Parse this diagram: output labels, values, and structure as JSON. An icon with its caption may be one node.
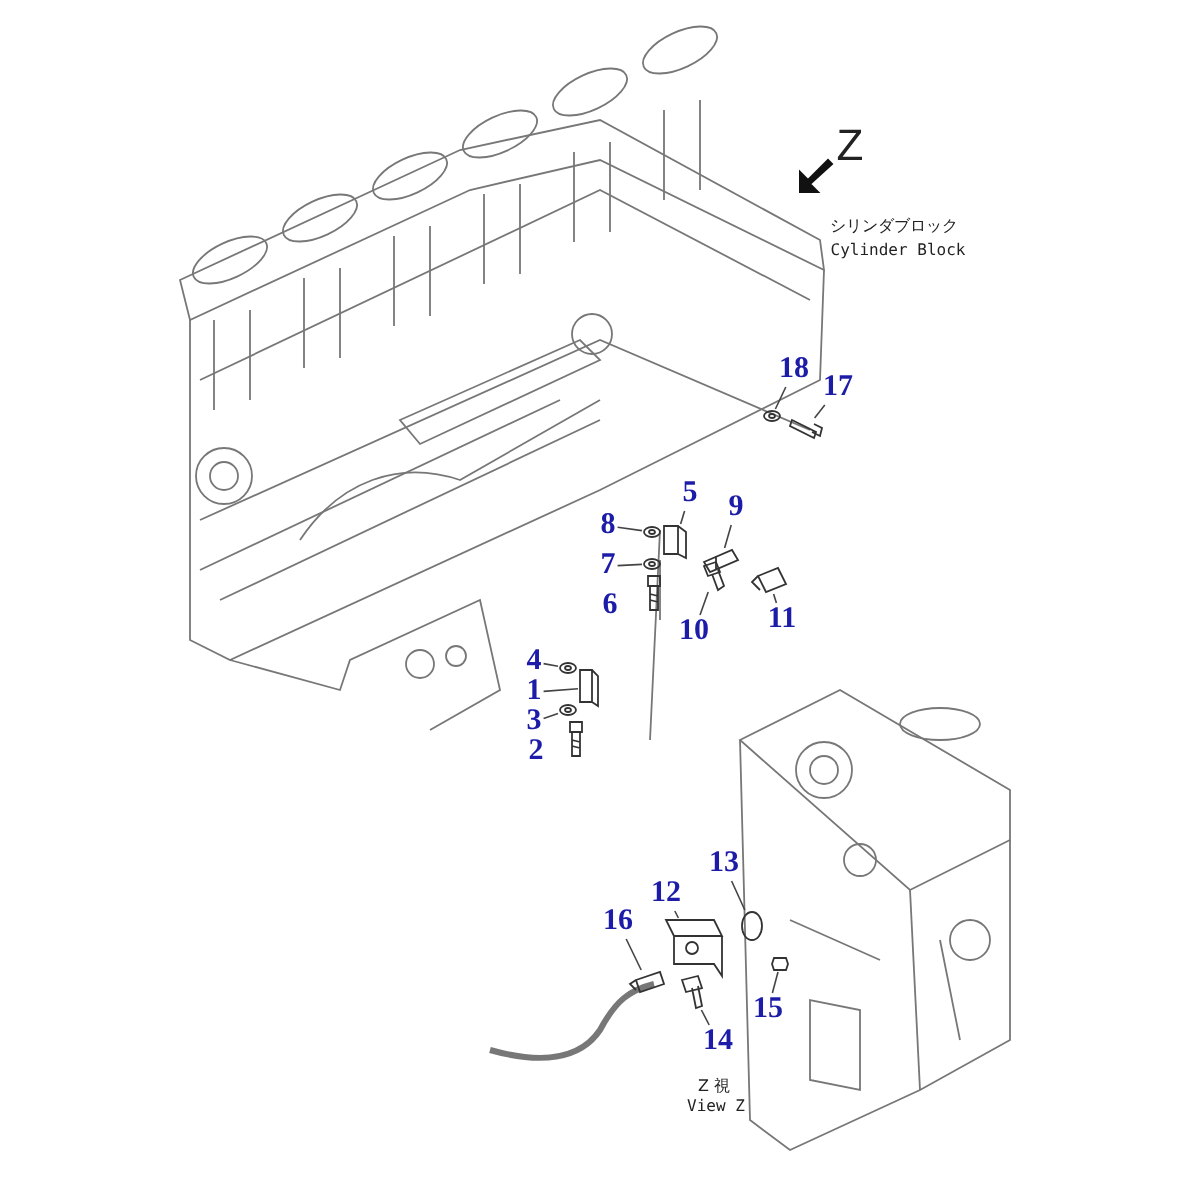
{
  "diagram": {
    "nodes": [
      {
        "text": [
          "18"
        ]
      },
      {
        "text": [
          "17"
        ]
      },
      {
        "text": [
          "5"
        ]
      },
      {
        "text": [
          "9"
        ]
      },
      {
        "text": [
          "8"
        ]
      },
      {
        "text": [
          "7"
        ]
      },
      {
        "text": [
          "10"
        ]
      },
      {
        "text": [
          "11"
        ]
      },
      {
        "text": [
          "4"
        ]
      },
      {
        "text": [
          "1"
        ]
      },
      {
        "text": [
          "3"
        ]
      },
      {
        "text": [
          "13"
        ]
      },
      {
        "text": [
          "12"
        ]
      },
      {
        "text": [
          "16"
        ]
      },
      {
        "text": [
          "15"
        ]
      },
      {
        "text": [
          "14"
        ]
      },
      {
        "text": [],
        "shape": "picture"
      },
      {
        "text": [],
        "shape": "picture"
      },
      {
        "text": [],
        "shape": "picture"
      },
      {
        "text": [],
        "shape": "picture"
      },
      {
        "text": [],
        "shape": "picture"
      },
      {
        "text": [],
        "shape": "picture"
      },
      {
        "text": [],
        "shape": "picture"
      },
      {
        "text": [],
        "shape": "picture"
      },
      {
        "text": [],
        "shape": "picture"
      },
      {
        "text": [],
        "shape": "picture"
      },
      {
        "text": [],
        "shape": "picture"
      },
      {
        "text": [],
        "shape": "circle"
      },
      {
        "text": [],
        "shape": "picture"
      },
      {
        "text": [],
        "shape": "picture"
      },
      {
        "text": [],
        "shape": "picture"
      },
      {
        "text": [],
        "shape": "picture"
      }
    ],
    "edges": [
      {
        "from": 0,
        "to": 16,
        "arrow": "none"
      },
      {
        "from": 1,
        "to": 17,
        "arrow": "none"
      },
      {
        "from": 2,
        "to": 18,
        "arrow": "none"
      },
      {
        "from": 3,
        "to": 19,
        "arrow": "none"
      },
      {
        "from": 4,
        "to": 20,
        "arrow": "none"
      },
      {
        "from": 5,
        "to": 21,
        "arrow": "none"
      },
      {
        "from": 6,
        "to": 22,
        "arrow": "none"
      },
      {
        "from": 7,
        "to": 23,
        "arrow": "none"
      },
      {
        "from": 8,
        "to": 24,
        "arrow": "none"
      },
      {
        "from": 9,
        "to": 25,
        "arrow": "none"
      },
      {
        "from": 10,
        "to": 26,
        "arrow": "none"
      },
      {
        "from": 11,
        "to": 27,
        "arrow": "none"
      },
      {
        "from": 12,
        "to": 28,
        "arrow": "none"
      },
      {
        "from": 13,
        "to": 29,
        "arrow": "none"
      },
      {
        "from": 14,
        "to": 30,
        "arrow": "none"
      },
      {
        "from": 15,
        "to": 31,
        "arrow": "none"
      }
    ],
    "labels": [
      "Z",
      "シリンダブロック",
      "Cylinder Block",
      "6",
      "2",
      "Z 視",
      "View Z"
    ]
  }
}
